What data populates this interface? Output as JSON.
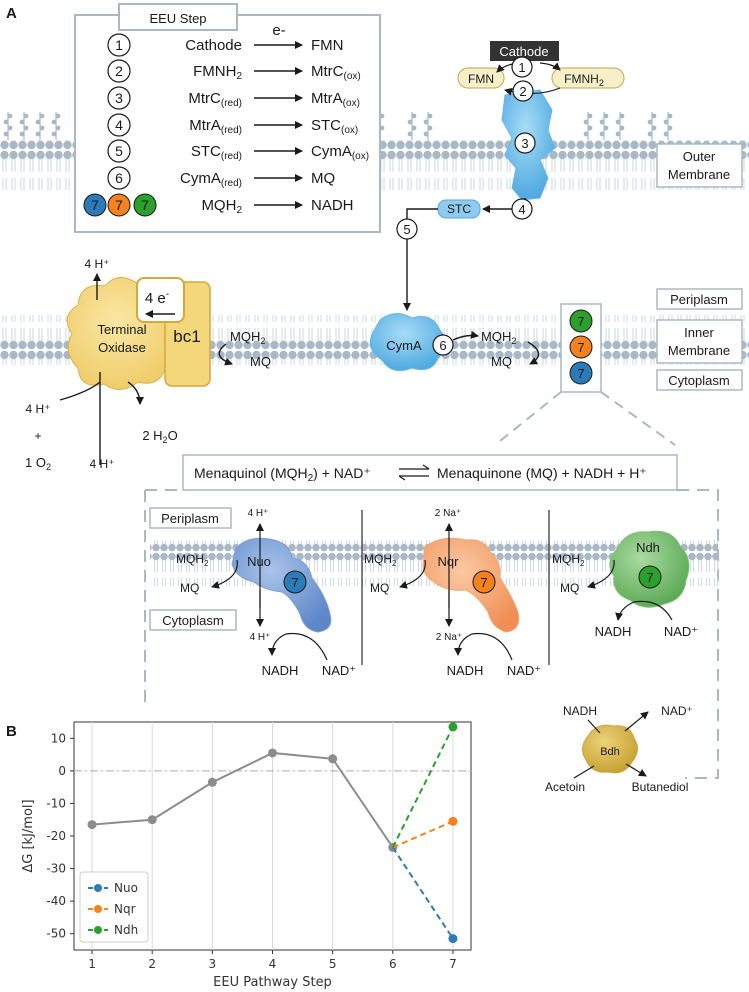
{
  "panel_a": {
    "label": "A",
    "eeu_box": {
      "title": "EEU Step",
      "electron": "e-",
      "rows": [
        {
          "step": "1",
          "from": "Cathode",
          "to": "FMN"
        },
        {
          "step": "2",
          "from": "FMNH",
          "from_sub": "2",
          "to": "MtrC",
          "to_sub": "(ox)"
        },
        {
          "step": "3",
          "from": "MtrC",
          "from_sub": "(red)",
          "to": "MtrA",
          "to_sub": "(ox)"
        },
        {
          "step": "4",
          "from": "MtrA",
          "from_sub": "(red)",
          "to": "STC",
          "to_sub": "(ox)"
        },
        {
          "step": "5",
          "from": "STC",
          "from_sub": "(red)",
          "to": "CymA",
          "to_sub": "(ox)"
        },
        {
          "step": "6",
          "from": "CymA",
          "from_sub": "(red)",
          "to": "MQ"
        },
        {
          "step": "7",
          "from": "MQH",
          "from_sub": "2",
          "to": "NADH"
        }
      ]
    },
    "outer": {
      "cathode": "Cathode",
      "fmn": "FMN",
      "fmnh2": "FMNH",
      "fmnh2_sub": "2",
      "stc": "STC",
      "outer_membrane_1": "Outer",
      "outer_membrane_2": "Membrane",
      "steps": [
        "1",
        "2",
        "3",
        "4",
        "5"
      ]
    },
    "inner": {
      "periplasm": "Periplasm",
      "inner_membrane_1": "Inner",
      "inner_membrane_2": "Membrane",
      "cytoplasm": "Cytoplasm",
      "h4_top": "4 H⁺",
      "four_e": "4 e",
      "four_e_sup": "-",
      "terminal_1": "Terminal",
      "terminal_2": "Oxidase",
      "bc1": "bc1",
      "mqh2": "MQH",
      "mqh2_sub": "2",
      "mq": "MQ",
      "h4_left": "4 H⁺",
      "plus": "+",
      "o2": "1 O",
      "o2_sub": "2",
      "h4_bottom": "4 H⁺",
      "h2o": "2 H",
      "h2o_sub": "2",
      "h2o_o": "O",
      "cyma": "CymA",
      "step6": "6",
      "cyma_mqh2": "MQH",
      "cyma_mq": "MQ",
      "sevens": [
        "7",
        "7",
        "7"
      ]
    },
    "reaction": {
      "left": "Menaquinol (MQH",
      "left_sub": "2",
      "left_end": ") + NAD⁺",
      "right": "Menaquinone (MQ) + NADH + H⁺"
    },
    "detail": {
      "periplasm": "Periplasm",
      "cytoplasm": "Cytoplasm",
      "nuo": {
        "name": "Nuo",
        "top": "4 H⁺",
        "bottom": "4 H⁺",
        "mqh2": "MQH",
        "mq": "MQ",
        "nadh": "NADH",
        "nad": "NAD⁺",
        "step": "7"
      },
      "nqr": {
        "name": "Nqr",
        "top": "2 Na⁺",
        "bottom": "2 Na⁺",
        "mqh2": "MQH",
        "mq": "MQ",
        "nadh": "NADH",
        "nad": "NAD⁺",
        "step": "7"
      },
      "ndh": {
        "name": "Ndh",
        "mqh2": "MQH",
        "mq": "MQ",
        "nadh": "NADH",
        "nad": "NAD⁺",
        "step": "7"
      },
      "sub2": "2",
      "bdh": {
        "name": "Bdh",
        "nadh": "NADH",
        "nad": "NAD⁺",
        "acetoin": "Acetoin",
        "butanediol": "Butanediol"
      }
    }
  },
  "panel_b": {
    "label": "B"
  },
  "colors": {
    "nuo": "#2b7bba",
    "nqr": "#f5821f",
    "ndh": "#2ca02c",
    "gray": "#8c8c8c",
    "membrane": "#a9b8c6"
  },
  "chart_data": {
    "type": "line",
    "xlabel": "EEU Pathway Step",
    "ylabel": "ΔG [kJ/mol]",
    "xlim": [
      0.7,
      7.3
    ],
    "ylim": [
      -55,
      15
    ],
    "xticks": [
      1,
      2,
      3,
      4,
      5,
      6,
      7
    ],
    "yticks": [
      10,
      0,
      -10,
      -20,
      -30,
      -40,
      -50
    ],
    "grid": "vertical",
    "reference_line": 0,
    "legend_position": "bottom-left",
    "main": {
      "x": [
        1,
        2,
        3,
        4,
        5,
        6
      ],
      "y": [
        -16.5,
        -15,
        -3.5,
        5.5,
        3.7,
        -23.5
      ]
    },
    "series": [
      {
        "name": "Nuo",
        "x": [
          6,
          7
        ],
        "y": [
          -23.5,
          -51.5
        ],
        "color": "#2b7bba"
      },
      {
        "name": "Nqr",
        "x": [
          6,
          7
        ],
        "y": [
          -23.5,
          -15.5
        ],
        "color": "#f5821f"
      },
      {
        "name": "Ndh",
        "x": [
          6,
          7
        ],
        "y": [
          -23.5,
          13.5
        ],
        "color": "#2ca02c"
      }
    ]
  }
}
